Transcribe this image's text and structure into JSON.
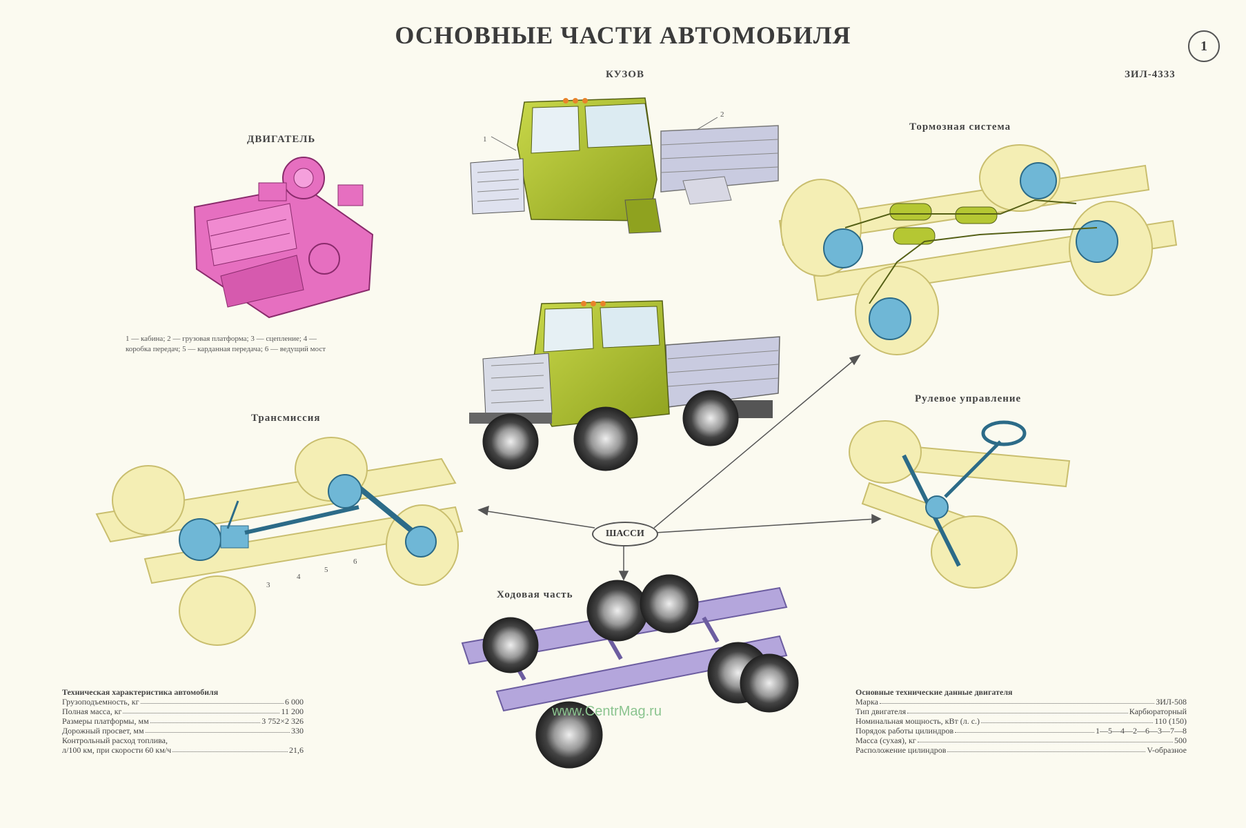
{
  "title": "ОСНОВНЫЕ ЧАСТИ АВТОМОБИЛЯ",
  "poster_number": "1",
  "model": "ЗИЛ-4333",
  "labels": {
    "body": "КУЗОВ",
    "engine": "ДВИГАТЕЛЬ",
    "brakes": "Тормозная система",
    "transmission": "Трансмиссия",
    "steering": "Рулевое управление",
    "running_gear": "Ходовая часть",
    "chassis": "ШАССИ"
  },
  "legend_line1": "1 — кабина; 2 — грузовая платформа; 3 — сцепление; 4 —",
  "legend_line2": "коробка передач; 5 — карданная передача; 6 — ведущий мост",
  "callouts": {
    "c1": "1",
    "c2": "2",
    "c3": "3",
    "c4": "4",
    "c5": "5",
    "c6": "6"
  },
  "vehicle_specs": {
    "heading": "Техническая характеристика автомобиля",
    "rows": [
      {
        "label": "Грузоподъемность, кг",
        "value": "6 000"
      },
      {
        "label": "Полная масса, кг",
        "value": "11 200"
      },
      {
        "label": "Размеры платформы, мм",
        "value": "3 752×2 326"
      },
      {
        "label": "Дорожный просвет, мм",
        "value": "330"
      }
    ],
    "fuel_line1": "Контрольный расход топлива,",
    "fuel_label": "л/100 км, при скорости 60 км/ч",
    "fuel_value": "21,6"
  },
  "engine_specs": {
    "heading": "Основные технические данные двигателя",
    "rows": [
      {
        "label": "Марка",
        "value": "ЗИЛ-508"
      },
      {
        "label": "Тип двигателя",
        "value": "Карбюраторный"
      },
      {
        "label": "Номинальная мощность, кВт (л. с.)",
        "value": "110 (150)"
      },
      {
        "label": "Порядок работы цилиндров",
        "value": "1—5—4—2—6—3—7—8"
      },
      {
        "label": "Масса (сухая), кг",
        "value": "500"
      },
      {
        "label": "Расположение цилиндров",
        "value": "V-образное"
      }
    ]
  },
  "watermark": "www.CentrMag.ru",
  "colors": {
    "cab_green": "#b5c733",
    "engine_pink": "#e66fc0",
    "frame_yellow": "#f4eeb4",
    "part_blue": "#6fb7d6",
    "frame_purple": "#b4a6dc",
    "platform_gray": "#c9cbe0"
  }
}
